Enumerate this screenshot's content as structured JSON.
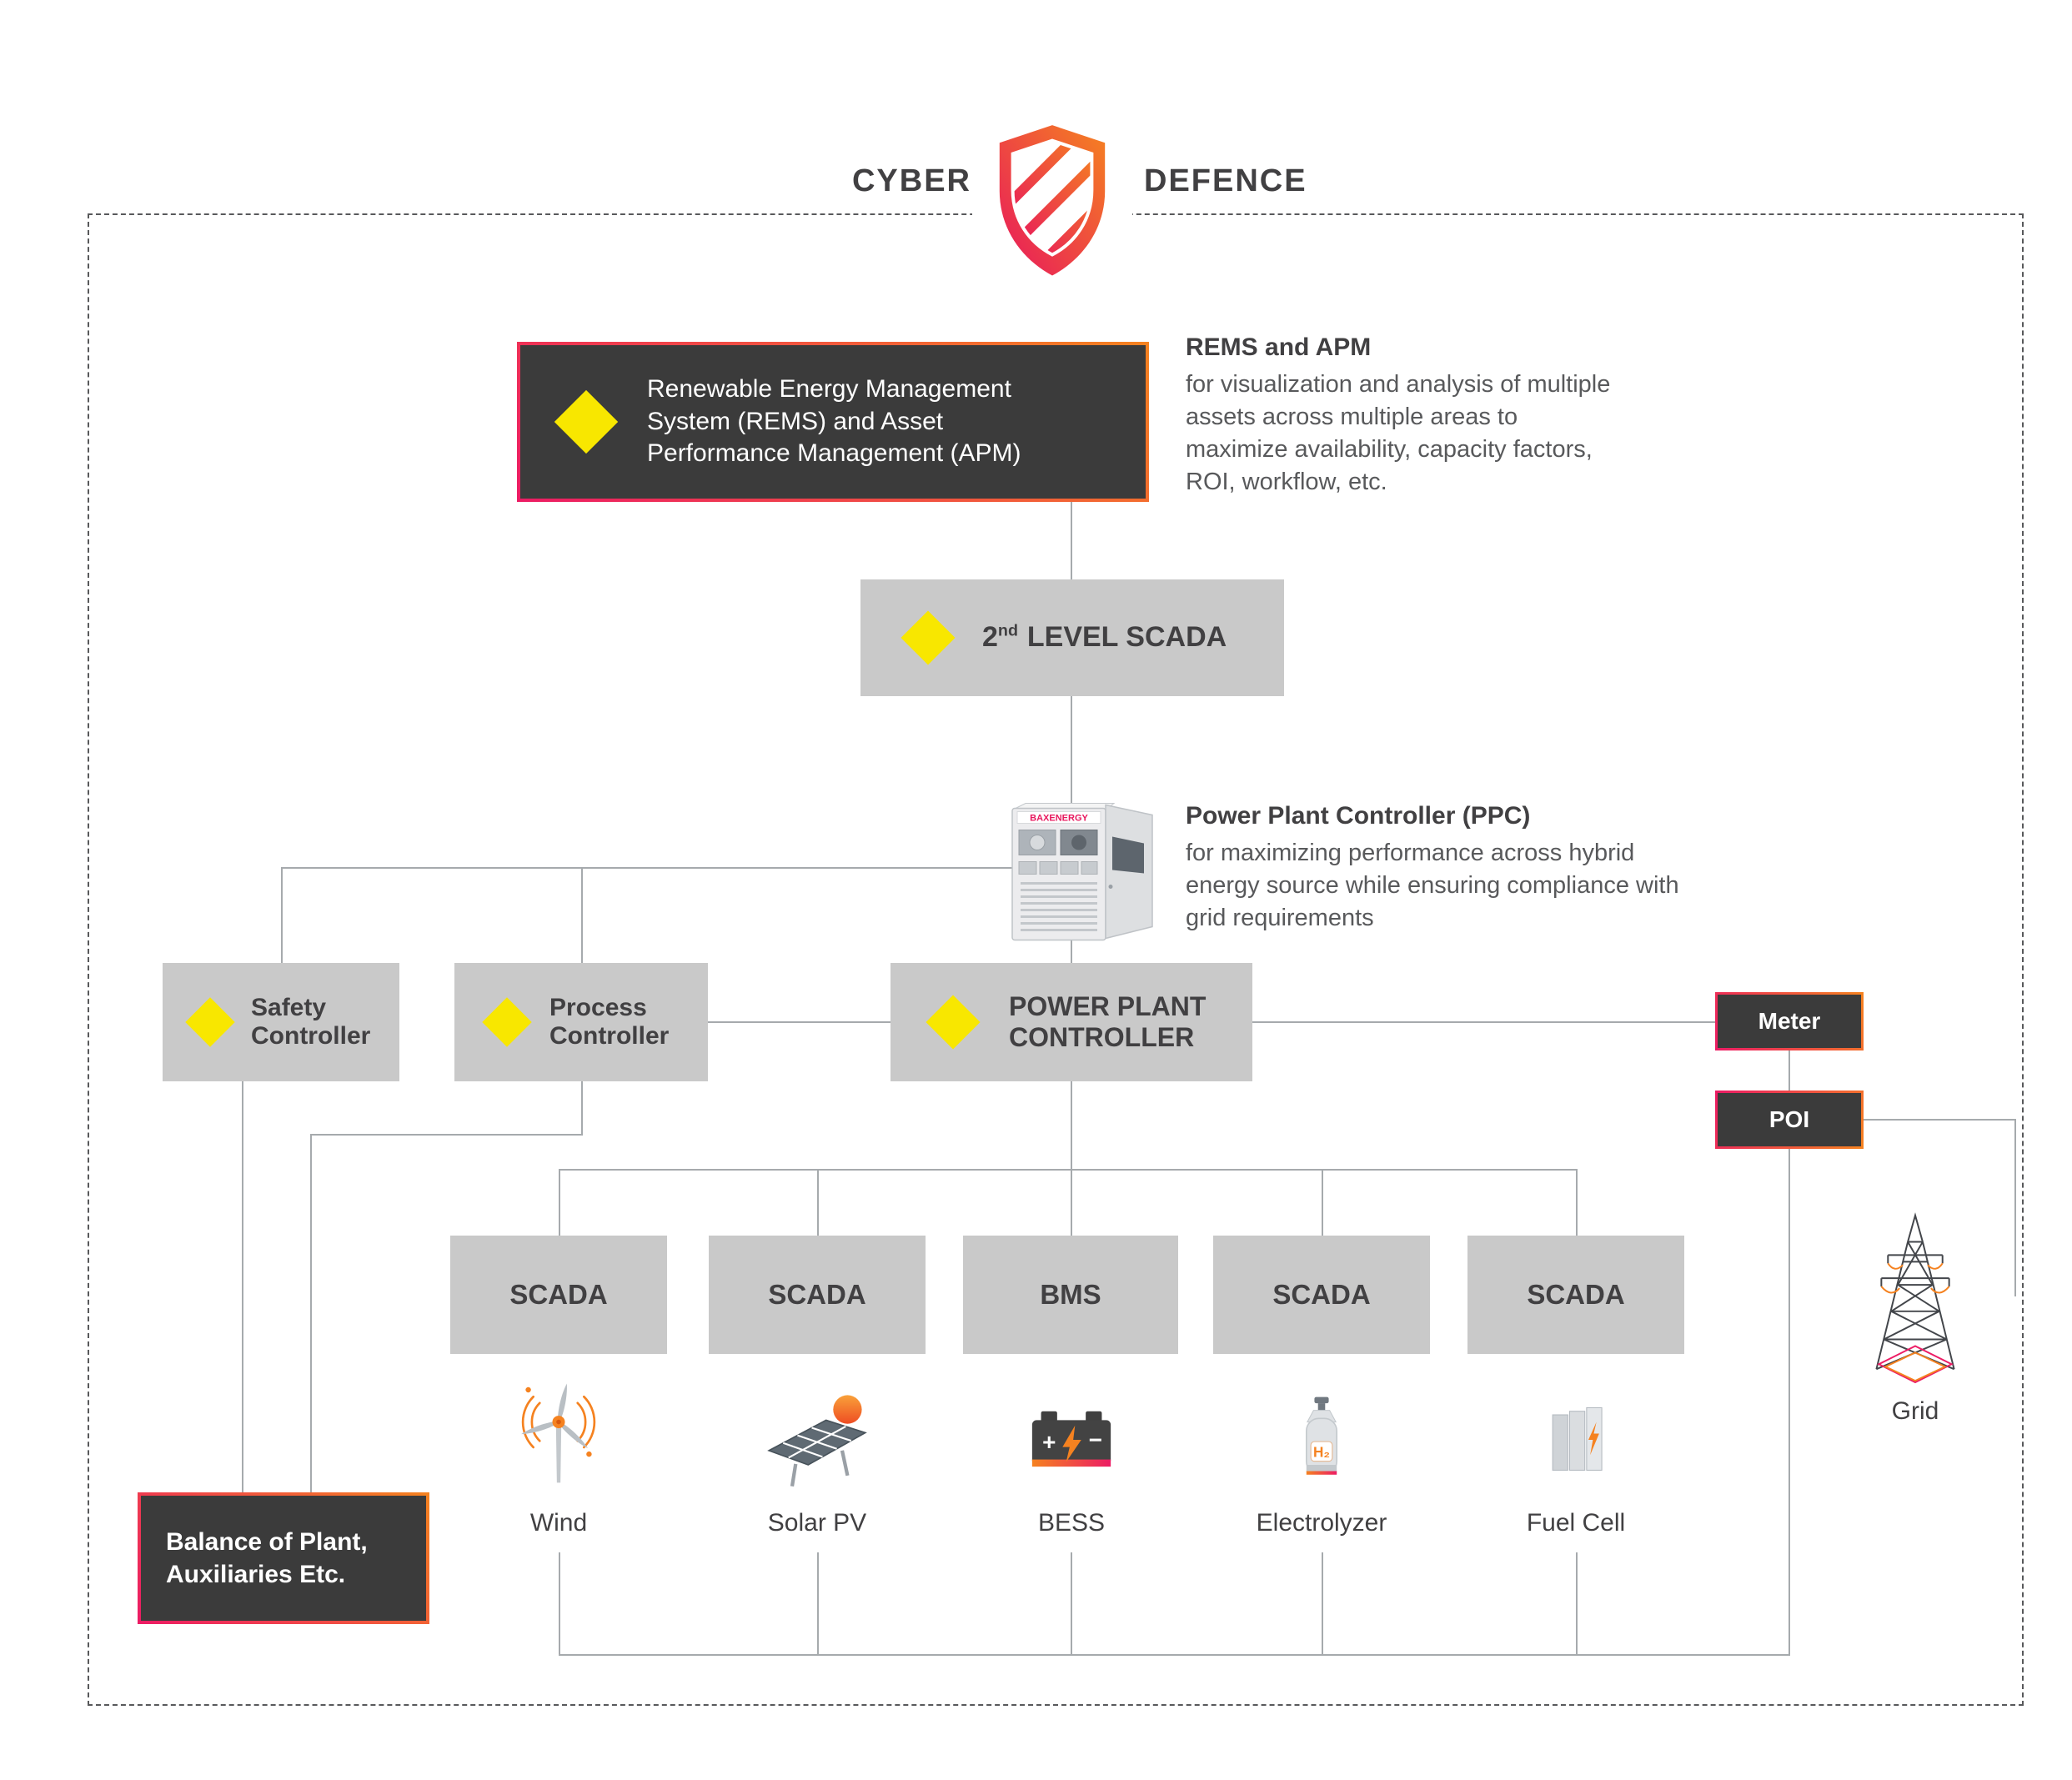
{
  "perimeter": {
    "cyber": "CYBER",
    "defence": "DEFENCE"
  },
  "rems_box": {
    "label": "Renewable Energy Management System (REMS) and Asset Performance Management (APM)"
  },
  "rems_note": {
    "title": "REMS and APM",
    "body": "for visualization and analysis of multiple assets across multiple areas to maximize availability, capacity factors, ROI, workflow, etc."
  },
  "scada2": {
    "num": "2",
    "sup": "nd",
    "rest": "LEVEL SCADA"
  },
  "ppc_hw": {
    "brand": "BAXENERGY"
  },
  "ppc_note": {
    "title": "Power Plant Controller (PPC)",
    "body": "for maximizing performance across hybrid energy source while ensuring compliance with grid requirements"
  },
  "controllers": {
    "safety": "Safety Controller",
    "process": "Process Controller",
    "power_plant": "POWER PLANT CONTROLLER"
  },
  "meter": {
    "label": "Meter"
  },
  "poi": {
    "label": "POI"
  },
  "grid": {
    "label": "Grid"
  },
  "scada_row": [
    "SCADA",
    "SCADA",
    "BMS",
    "SCADA",
    "SCADA"
  ],
  "assets": [
    "Wind",
    "Solar PV",
    "BESS",
    "Electrolyzer",
    "Fuel Cell"
  ],
  "bop": {
    "label": "Balance of Plant, Auxiliaries Etc."
  },
  "colors": {
    "accent_orange": "#f58220",
    "accent_magenta": "#ec1c64",
    "diamond_yellow": "#f8e700",
    "box_dark": "#3b3b3b",
    "box_gray": "#c9c9c9",
    "line_gray": "#a6aaad"
  }
}
